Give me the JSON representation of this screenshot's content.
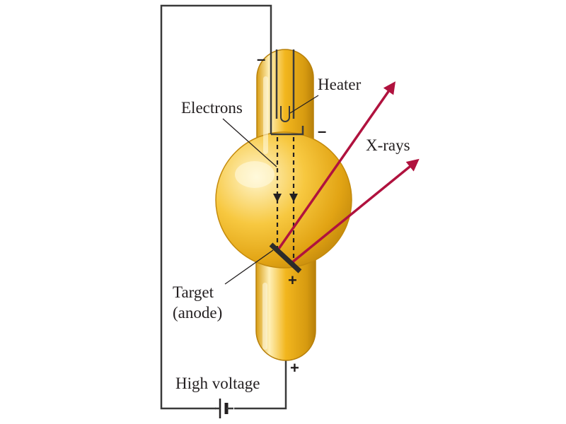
{
  "labels": {
    "heater": "Heater",
    "electrons": "Electrons",
    "xrays": "X-rays",
    "target_line1": "Target",
    "target_line2": "(anode)",
    "high_voltage": "High voltage"
  },
  "signs": {
    "cathode_terminal": "–",
    "cathode_cup": "–",
    "anode_tube": "+",
    "anode_terminal": "+"
  },
  "colors": {
    "tube_gold": "#f2b61e",
    "tube_highlight": "#fff3c0",
    "tube_shadow": "#b37c08",
    "xray": "#b0123e",
    "wire": "#3a3a3a",
    "ink": "#231f20"
  }
}
